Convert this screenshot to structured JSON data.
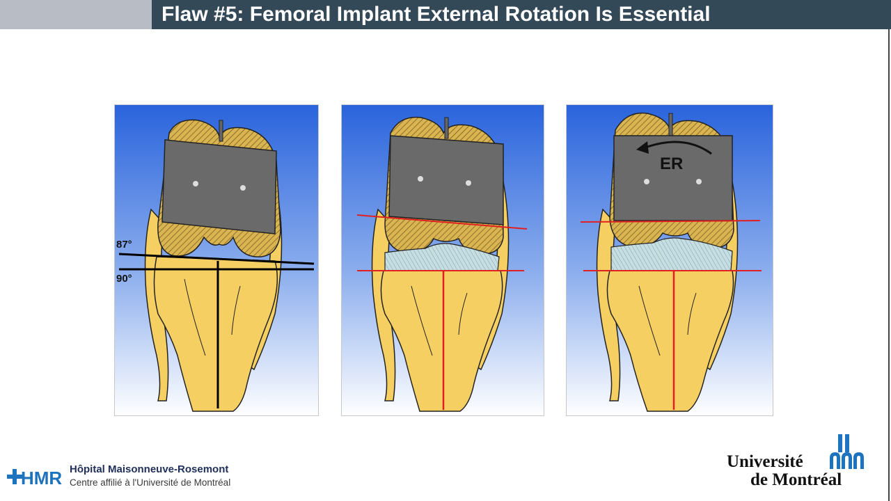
{
  "header": {
    "title": "Flaw #5: Femoral Implant External Rotation Is Essential"
  },
  "panels": [
    {
      "labels": {
        "angle_top": "87°",
        "angle_bottom": "90°"
      },
      "line_color": "#000000"
    },
    {
      "line_color": "#e02020"
    },
    {
      "labels": {
        "rotation": "ER"
      },
      "line_color": "#e02020"
    }
  ],
  "footer": {
    "hospital_name": "Hôpital Maisonneuve-Rosemont",
    "hospital_subtitle": "Centre affilié à l'Université de Montréal",
    "hospital_logo_text": "HMR",
    "university_line1": "Université",
    "university_line2": "de Montréal"
  },
  "colors": {
    "title_bar": "#344957",
    "bone": "#f6cf63",
    "cutting_block": "#6a6a6a",
    "tibial_insert": "#bcd6dc",
    "background_blue": "#2f6fe0",
    "hmr_blue": "#1e73be"
  }
}
